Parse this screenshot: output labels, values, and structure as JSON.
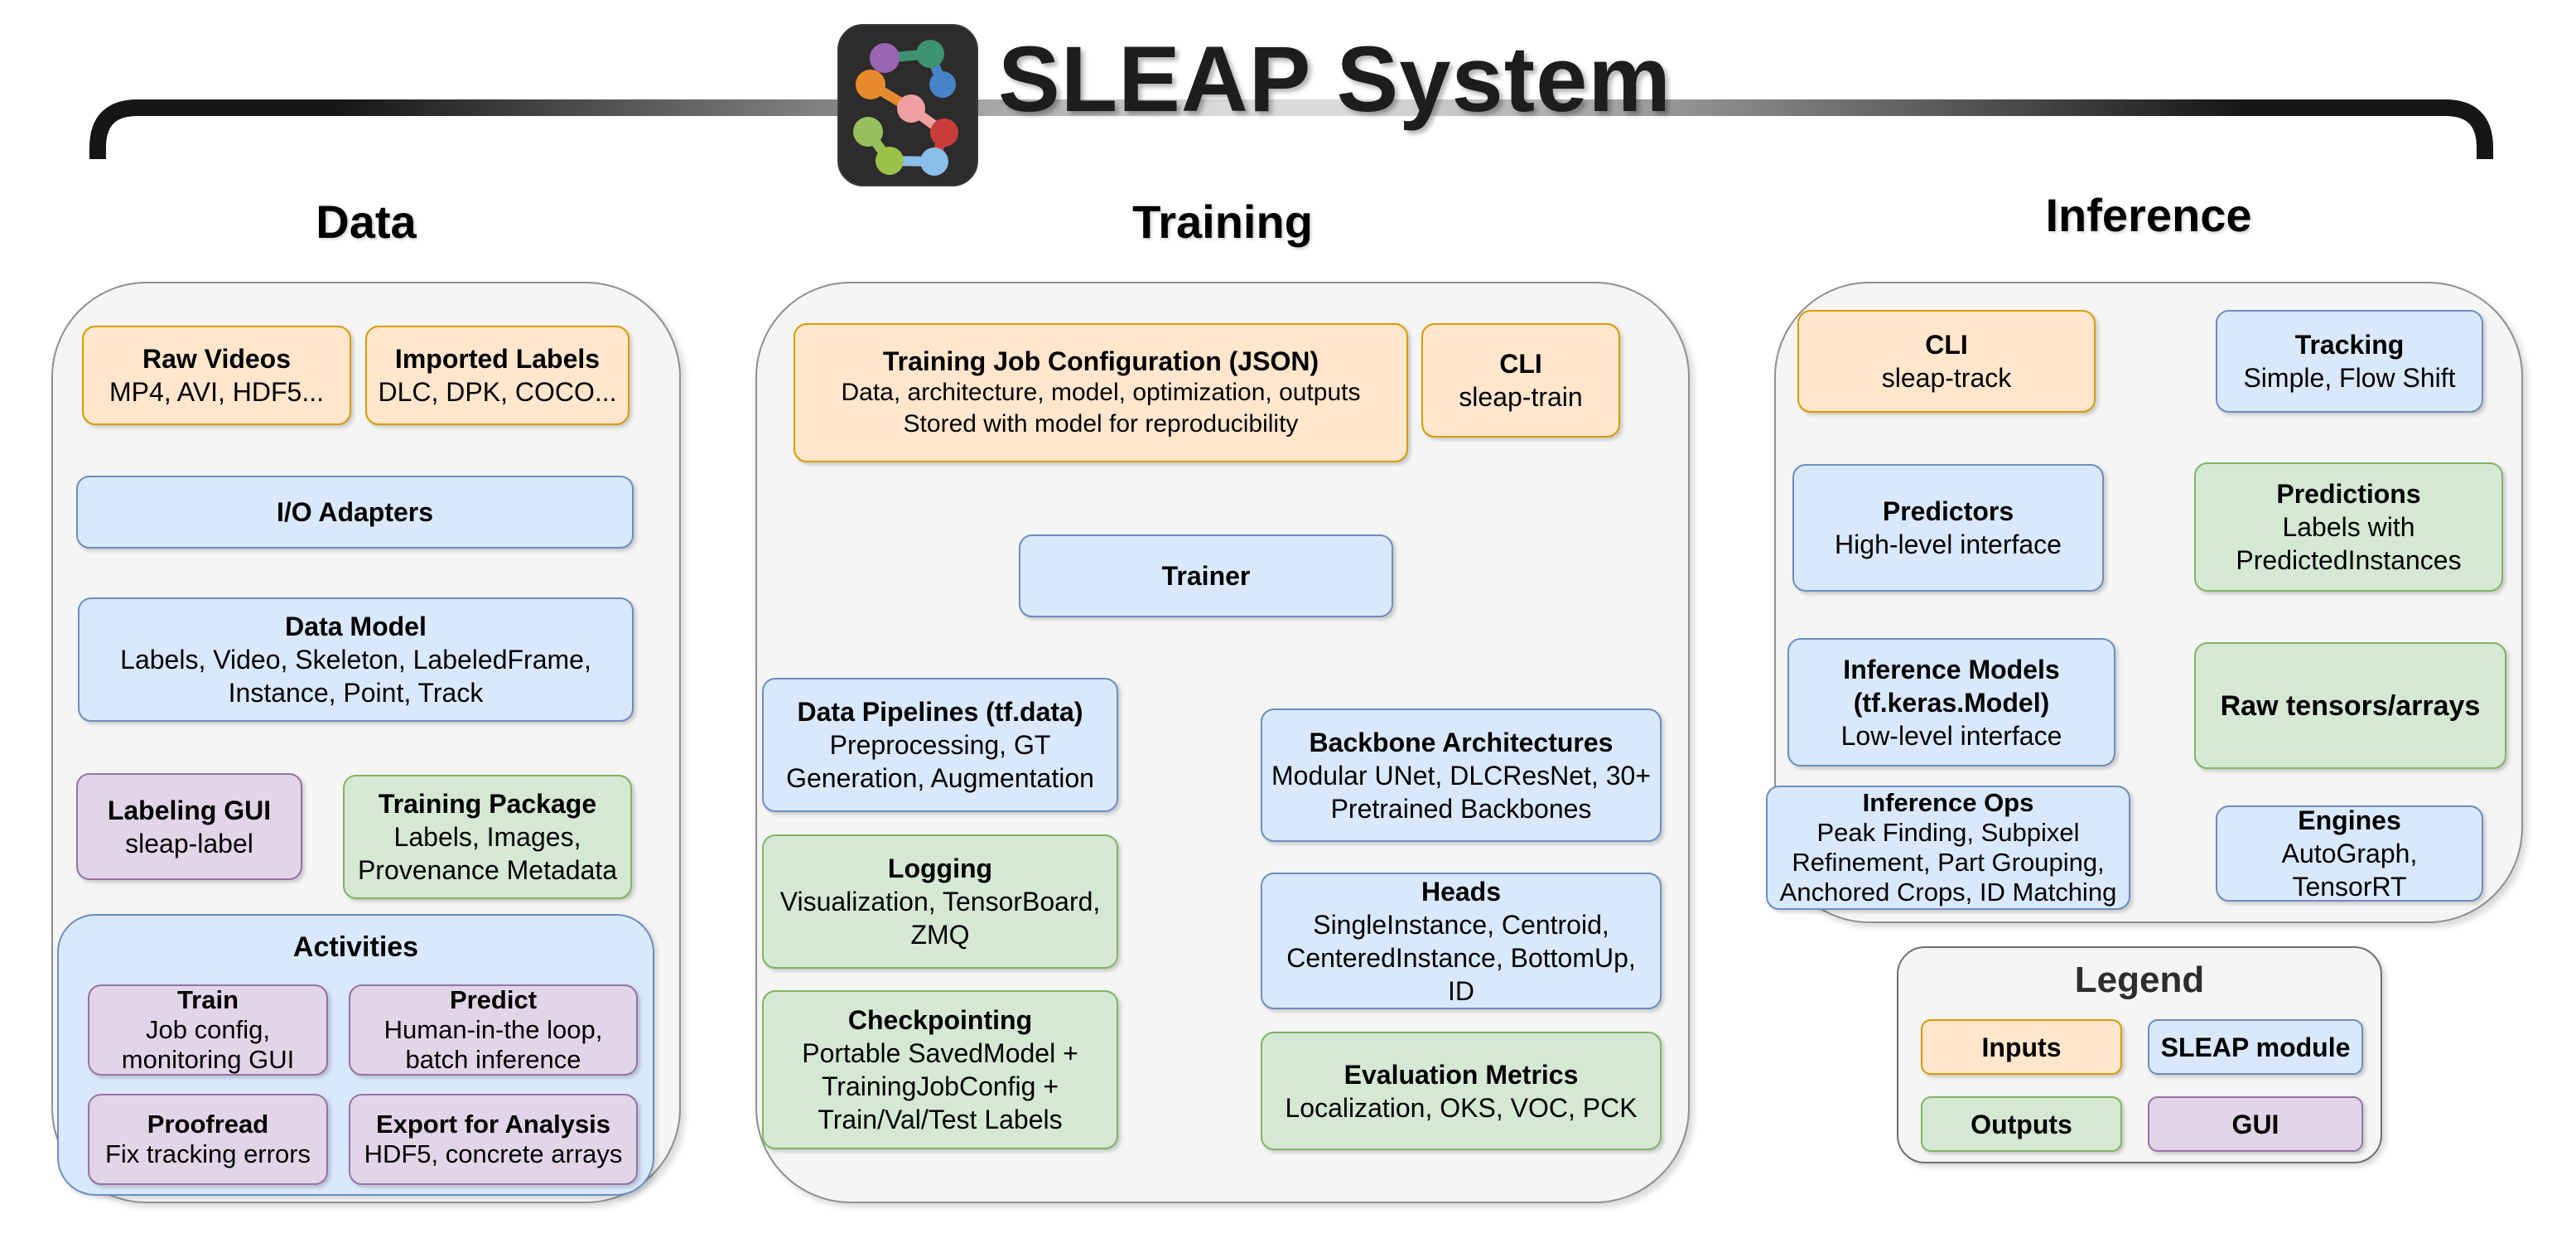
{
  "title": "SLEAP System",
  "data_section": {
    "heading": "Data",
    "raw_videos": {
      "title": "Raw Videos",
      "subtitle": "MP4, AVI, HDF5..."
    },
    "imported_labels": {
      "title": "Imported Labels",
      "subtitle": "DLC, DPK, COCO..."
    },
    "io_adapters": {
      "title": "I/O Adapters"
    },
    "data_model": {
      "title": "Data Model",
      "subtitle": "Labels, Video, Skeleton, LabeledFrame,\nInstance, Point, Track"
    },
    "labeling_gui": {
      "title": "Labeling GUI",
      "subtitle": "sleap-label"
    },
    "training_package": {
      "title": "Training Package",
      "subtitle": "Labels, Images,\nProvenance Metadata"
    },
    "activities": {
      "title": "Activities",
      "train": {
        "title": "Train",
        "subtitle": "Job config,\nmonitoring GUI"
      },
      "predict": {
        "title": "Predict",
        "subtitle": "Human-in-the loop,\nbatch inference"
      },
      "proofread": {
        "title": "Proofread",
        "subtitle": "Fix tracking errors"
      },
      "export": {
        "title": "Export for Analysis",
        "subtitle": "HDF5, concrete arrays"
      }
    }
  },
  "training_section": {
    "heading": "Training",
    "job_config": {
      "title": "Training Job Configuration (JSON)",
      "subtitle": "Data, architecture, model, optimization, outputs\nStored with model for reproducibility"
    },
    "cli": {
      "title": "CLI",
      "subtitle": "sleap-train"
    },
    "trainer": {
      "title": "Trainer"
    },
    "data_pipelines": {
      "title": "Data Pipelines (tf.data)",
      "subtitle": "Preprocessing, GT\nGeneration, Augmentation"
    },
    "backbone": {
      "title": "Backbone Architectures",
      "subtitle": "Modular UNet, DLCResNet, 30+\nPretrained Backbones"
    },
    "logging": {
      "title": "Logging",
      "subtitle": "Visualization, TensorBoard,\nZMQ"
    },
    "heads": {
      "title": "Heads",
      "subtitle": "SingleInstance, Centroid,\nCenteredInstance, BottomUp,\nID"
    },
    "checkpointing": {
      "title": "Checkpointing",
      "subtitle": "Portable SavedModel +\nTrainingJobConfig +\nTrain/Val/Test Labels"
    },
    "evaluation": {
      "title": "Evaluation Metrics",
      "subtitle": "Localization, OKS, VOC, PCK"
    }
  },
  "inference_section": {
    "heading": "Inference",
    "cli": {
      "title": "CLI",
      "subtitle": "sleap-track"
    },
    "tracking": {
      "title": "Tracking",
      "subtitle": "Simple, Flow Shift"
    },
    "predictors": {
      "title": "Predictors",
      "subtitle": "High-level interface"
    },
    "predictions": {
      "title": "Predictions",
      "subtitle": "Labels with\nPredictedInstances"
    },
    "inference_models": {
      "title": "Inference Models\n(tf.keras.Model)",
      "subtitle": "Low-level interface"
    },
    "raw_tensors": {
      "title": "Raw tensors/arrays"
    },
    "inference_ops": {
      "title": "Inference Ops",
      "subtitle": "Peak Finding, Subpixel\nRefinement, Part Grouping,\nAnchored Crops, ID Matching"
    },
    "engines": {
      "title": "Engines",
      "subtitle": "AutoGraph, TensorRT"
    }
  },
  "legend": {
    "title": "Legend",
    "inputs": "Inputs",
    "sleap_module": "SLEAP module",
    "outputs": "Outputs",
    "gui": "GUI"
  },
  "colors": {
    "inputs_fill": "#FFE6CC",
    "inputs_stroke": "#D79B00",
    "module_fill": "#DAE8FC",
    "module_stroke": "#6C8EBF",
    "outputs_fill": "#D5E8D4",
    "outputs_stroke": "#82B366",
    "gui_fill": "#E1D5E7",
    "gui_stroke": "#9673A6",
    "container_fill": "#F5F5F5",
    "arrow": "#000000",
    "bracket_dark": "#1a1a1a",
    "bracket_light": "#dadada"
  },
  "icons": {
    "logo": "sleap-logo"
  }
}
